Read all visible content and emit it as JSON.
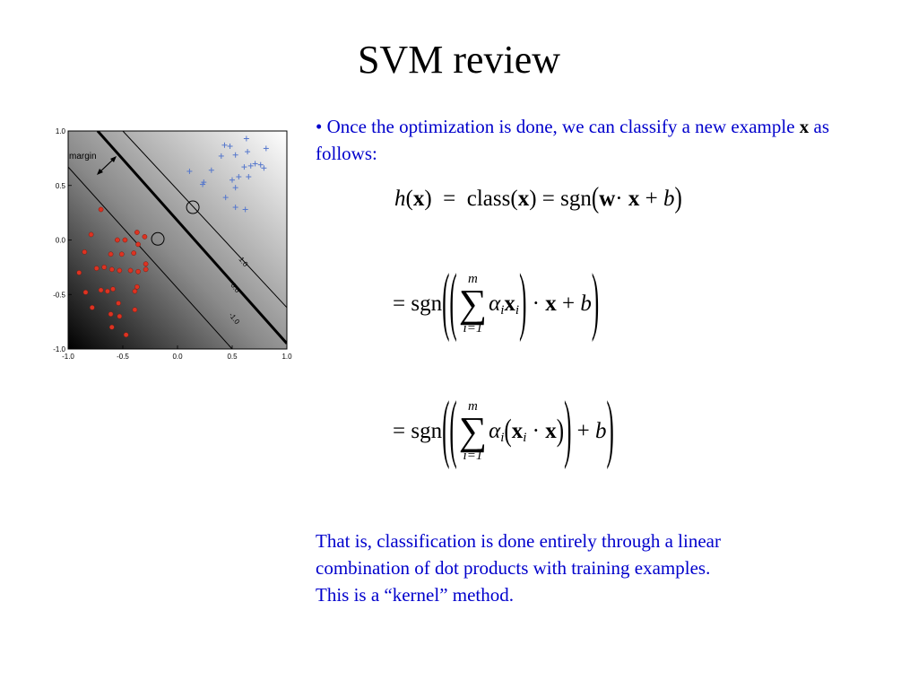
{
  "slide": {
    "title": "SVM review",
    "bullet": {
      "marker": "•",
      "text_before": "Once the optimization is done, we can classify a new example",
      "bold_var": "x",
      "text_after": "as follows:"
    },
    "closing_line1": "That is, classification is done entirely through a linear",
    "closing_line2": "combination of dot products with training examples.",
    "closing_line3": "This is a “kernel” method."
  },
  "equations": {
    "eq1": {
      "lhs_fn": "h",
      "lhs_open": "(",
      "lhs_var": "x",
      "lhs_close": ")",
      "eq": "=",
      "mid_fn": "class(",
      "mid_var": "x",
      "mid_close": ")",
      "eq2": "=",
      "sgn": "sgn",
      "open": "(",
      "w": "w",
      "dot": "·",
      "x": "x",
      "plus": "+",
      "b": "b",
      "close": ")"
    },
    "eq2": {
      "eq": "=",
      "sgn": "sgn",
      "sum_top": "m",
      "sum_sym": "∑",
      "sum_bottom": "i=1",
      "alpha": "α",
      "i": "i",
      "x": "x",
      "xi": "i",
      "dot": "·",
      "x2": "x",
      "plus": "+",
      "b": "b"
    },
    "eq3": {
      "eq": "=",
      "sgn": "sgn",
      "sum_top": "m",
      "sum_sym": "∑",
      "sum_bottom": "i=1",
      "alpha": "α",
      "i": "i",
      "x": "x",
      "xi": "i",
      "dot": "·",
      "x2": "x",
      "plus": "+",
      "b": "b"
    }
  },
  "chart_data": {
    "type": "scatter",
    "annotation": "margin",
    "contour_labels": [
      "1.0",
      "0.0",
      "-1.0"
    ],
    "xlim": [
      -1.0,
      1.0
    ],
    "ylim": [
      -1.0,
      1.0
    ],
    "x_ticks": [
      "-1.0",
      "-0.5",
      "0.0",
      "0.5",
      "1.0"
    ],
    "y_ticks": [
      "1.0",
      "0.5",
      "0.0",
      "-0.5",
      "-1.0"
    ],
    "colors": {
      "positive": "#5577cc",
      "negative": "#dd3322",
      "boundary": "#000000"
    },
    "positive_points": [
      [
        0.43,
        0.87
      ],
      [
        0.48,
        0.86
      ],
      [
        0.63,
        0.93
      ],
      [
        0.81,
        0.84
      ],
      [
        0.53,
        0.78
      ],
      [
        0.4,
        0.77
      ],
      [
        0.64,
        0.81
      ],
      [
        0.76,
        0.69
      ],
      [
        0.71,
        0.7
      ],
      [
        0.67,
        0.68
      ],
      [
        0.61,
        0.67
      ],
      [
        0.11,
        0.63
      ],
      [
        0.31,
        0.64
      ],
      [
        0.5,
        0.55
      ],
      [
        0.56,
        0.58
      ],
      [
        0.65,
        0.58
      ],
      [
        0.23,
        0.51
      ],
      [
        0.24,
        0.53
      ],
      [
        0.53,
        0.48
      ],
      [
        0.44,
        0.39
      ],
      [
        0.53,
        0.3
      ],
      [
        0.62,
        0.28
      ],
      [
        0.79,
        0.66
      ]
    ],
    "negative_points": [
      [
        -0.7,
        0.28
      ],
      [
        -0.79,
        0.05
      ],
      [
        -0.37,
        0.07
      ],
      [
        -0.3,
        0.03
      ],
      [
        -0.48,
        0.0
      ],
      [
        -0.55,
        0.0
      ],
      [
        -0.36,
        -0.04
      ],
      [
        -0.85,
        -0.11
      ],
      [
        -0.61,
        -0.13
      ],
      [
        -0.51,
        -0.13
      ],
      [
        -0.4,
        -0.12
      ],
      [
        -0.29,
        -0.22
      ],
      [
        -0.74,
        -0.26
      ],
      [
        -0.67,
        -0.25
      ],
      [
        -0.6,
        -0.27
      ],
      [
        -0.53,
        -0.28
      ],
      [
        -0.43,
        -0.28
      ],
      [
        -0.36,
        -0.29
      ],
      [
        -0.9,
        -0.3
      ],
      [
        -0.7,
        -0.46
      ],
      [
        -0.64,
        -0.47
      ],
      [
        -0.59,
        -0.45
      ],
      [
        -0.37,
        -0.43
      ],
      [
        -0.39,
        -0.47
      ],
      [
        -0.84,
        -0.48
      ],
      [
        -0.54,
        -0.58
      ],
      [
        -0.61,
        -0.68
      ],
      [
        -0.39,
        -0.64
      ],
      [
        -0.78,
        -0.62
      ],
      [
        -0.53,
        -0.7
      ],
      [
        -0.6,
        -0.8
      ],
      [
        -0.47,
        -0.87
      ],
      [
        -0.29,
        -0.27
      ]
    ],
    "support_vectors": [
      [
        0.14,
        0.3
      ],
      [
        -0.18,
        0.01
      ]
    ],
    "boundary_line": [
      [
        -0.73,
        1.0
      ],
      [
        1.0,
        -0.95
      ]
    ],
    "margin_plus_line": [
      [
        -0.5,
        1.0
      ],
      [
        1.0,
        -0.62
      ]
    ],
    "margin_minus_line": [
      [
        -1.0,
        0.67
      ],
      [
        0.5,
        -1.0
      ]
    ]
  }
}
